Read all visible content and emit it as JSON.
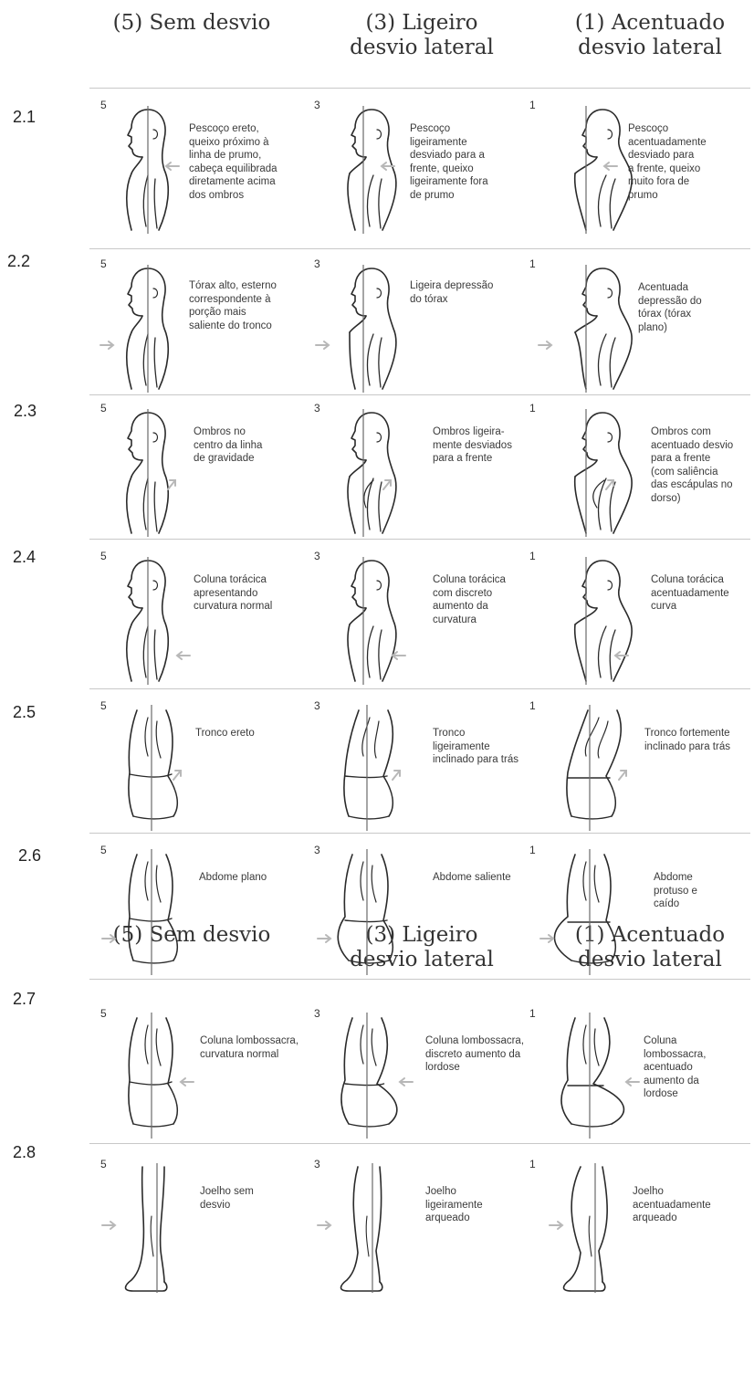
{
  "headers_top": [
    {
      "lines": [
        "(5) Sem desvio"
      ]
    },
    {
      "lines": [
        "(3) Ligeiro",
        "desvio lateral"
      ]
    },
    {
      "lines": [
        "(1) Acentuado",
        "desvio lateral"
      ]
    }
  ],
  "headers_bottom": [
    {
      "lines": [
        "(5) Sem desvio"
      ]
    },
    {
      "lines": [
        "(3) Ligeiro",
        "desvio lateral"
      ]
    },
    {
      "lines": [
        "(1) Acentuado",
        "desvio lateral"
      ]
    }
  ],
  "rows": [
    {
      "id": "2.1",
      "cells": [
        {
          "score": "5",
          "lines": [
            "Pescoço ereto,",
            "queixo próximo à",
            "linha de prumo,",
            "cabeça equilibrada",
            "diretamente acima",
            "dos ombros"
          ]
        },
        {
          "score": "3",
          "lines": [
            "Pescoço",
            "ligeiramente",
            "desviado para a",
            "frente, queixo",
            "ligeiramente fora",
            "de prumo"
          ]
        },
        {
          "score": "1",
          "lines": [
            "Pescoço",
            "acentuadamente",
            "desviado para",
            "a frente, queixo",
            "muito fora de",
            "prumo"
          ]
        }
      ]
    },
    {
      "id": "2.2",
      "cells": [
        {
          "score": "5",
          "lines": [
            "Tórax alto, esterno",
            "correspondente à",
            "porção mais",
            "saliente do tronco"
          ]
        },
        {
          "score": "3",
          "lines": [
            "Ligeira depressão",
            "do tórax"
          ]
        },
        {
          "score": "1",
          "lines": [
            "Acentuada",
            "depressão do",
            "tórax (tórax",
            "plano)"
          ]
        }
      ]
    },
    {
      "id": "2.3",
      "cells": [
        {
          "score": "5",
          "lines": [
            "Ombros no",
            "centro da linha",
            "de gravidade"
          ]
        },
        {
          "score": "3",
          "lines": [
            "Ombros ligeira-",
            "mente desviados",
            "para a frente"
          ]
        },
        {
          "score": "1",
          "lines": [
            "Ombros com",
            "acentuado desvio",
            "para a frente",
            "(com saliência",
            "das escápulas no",
            "dorso)"
          ]
        }
      ]
    },
    {
      "id": "2.4",
      "cells": [
        {
          "score": "5",
          "lines": [
            "Coluna torácica",
            "apresentando",
            "curvatura normal"
          ]
        },
        {
          "score": "3",
          "lines": [
            "Coluna torácica",
            "com discreto",
            "aumento da",
            "curvatura"
          ]
        },
        {
          "score": "1",
          "lines": [
            "Coluna torácica",
            "acentuadamente",
            "curva"
          ]
        }
      ]
    },
    {
      "id": "2.5",
      "cells": [
        {
          "score": "5",
          "lines": [
            "Tronco ereto"
          ]
        },
        {
          "score": "3",
          "lines": [
            "Tronco",
            "ligeiramente",
            "inclinado para trás"
          ]
        },
        {
          "score": "1",
          "lines": [
            "Tronco fortemente",
            "inclinado para trás"
          ]
        }
      ]
    },
    {
      "id": "2.6",
      "cells": [
        {
          "score": "5",
          "lines": [
            "Abdome plano"
          ]
        },
        {
          "score": "3",
          "lines": [
            "Abdome saliente"
          ]
        },
        {
          "score": "1",
          "lines": [
            "Abdome",
            "protuso e",
            "caído"
          ]
        }
      ]
    },
    {
      "id": "2.7",
      "cells": [
        {
          "score": "5",
          "lines": [
            "Coluna lombossacra,",
            "curvatura normal"
          ]
        },
        {
          "score": "3",
          "lines": [
            "Coluna lombossacra,",
            "discreto aumento da",
            "lordose"
          ]
        },
        {
          "score": "1",
          "lines": [
            "Coluna",
            "lombossacra,",
            "acentuado",
            "aumento da",
            "lordose"
          ]
        }
      ]
    },
    {
      "id": "2.8",
      "cells": [
        {
          "score": "5",
          "lines": [
            "Joelho sem",
            "desvio"
          ]
        },
        {
          "score": "3",
          "lines": [
            "Joelho",
            "ligeiramente",
            "arqueado"
          ]
        },
        {
          "score": "1",
          "lines": [
            "Joelho",
            "acentuadamente",
            "arqueado"
          ]
        }
      ]
    }
  ]
}
